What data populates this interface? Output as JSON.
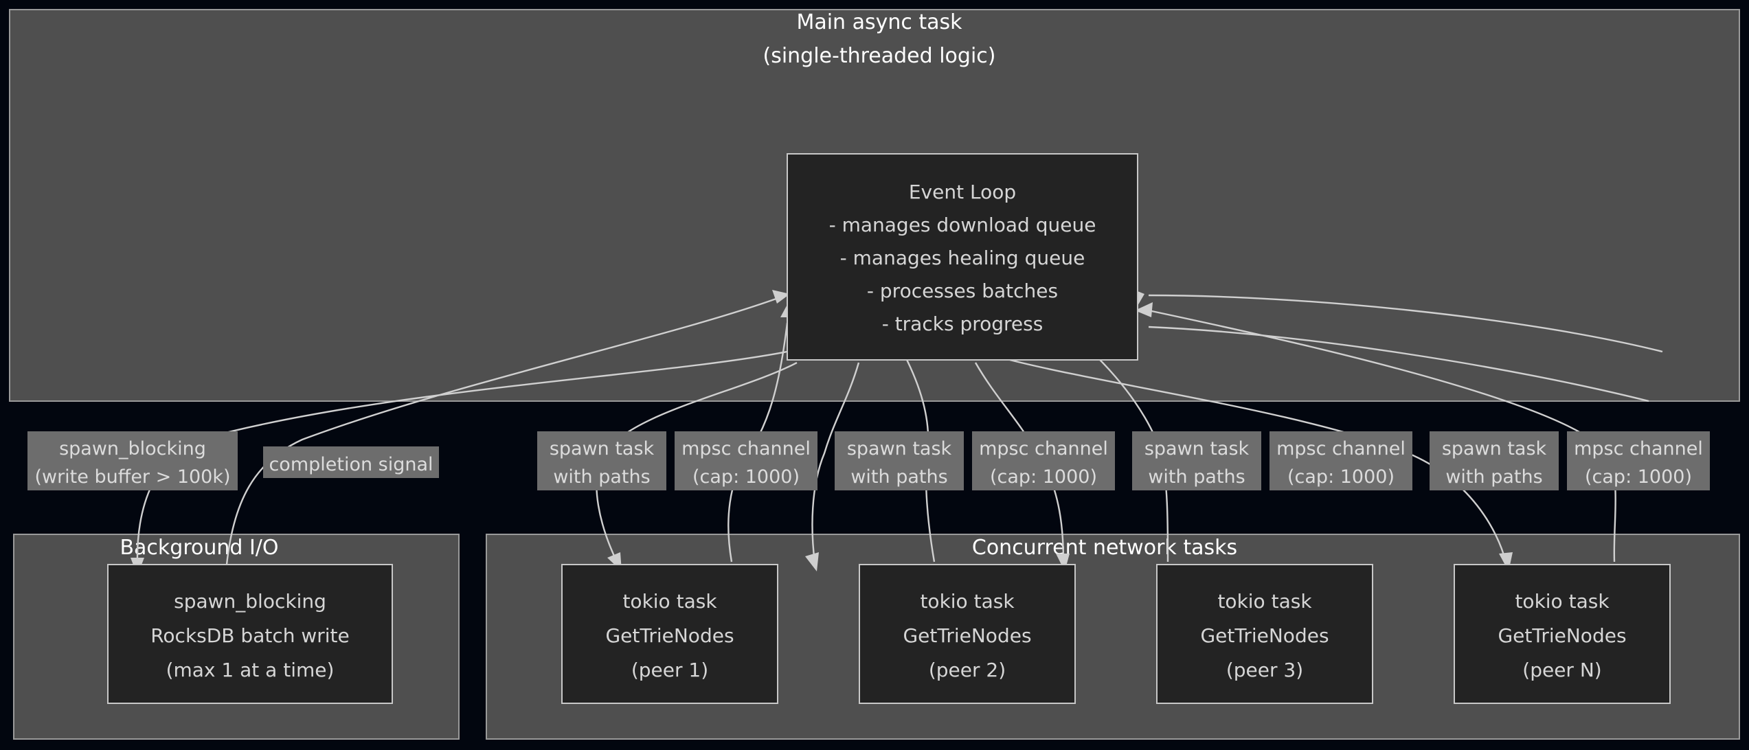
{
  "diagram": {
    "background_color": "#02060f",
    "cluster_fill": "#4f4f4f",
    "cluster_stroke": "#9a9a9a",
    "node_fill": "#232323",
    "node_stroke": "#c8c8c8",
    "edge_color": "#d0d0d0",
    "edge_label_fill": "#6d6d6d",
    "text_color": "#d6d6d6",
    "title_color": "#ffffff"
  },
  "clusters": {
    "main": {
      "title_line1": "Main async task",
      "title_line2": "(single-threaded logic)"
    },
    "background_io": {
      "title": "Background I/O"
    },
    "network": {
      "title": "Concurrent network tasks"
    }
  },
  "nodes": {
    "event_loop": {
      "lines": [
        "Event Loop",
        "- manages download queue",
        "- manages healing queue",
        "- processes batches",
        "- tracks progress"
      ]
    },
    "rocksdb": {
      "lines": [
        "spawn_blocking",
        "RocksDB batch write",
        "(max 1 at a time)"
      ]
    },
    "peer1": {
      "lines": [
        "tokio task",
        "GetTrieNodes",
        "(peer 1)"
      ]
    },
    "peer2": {
      "lines": [
        "tokio task",
        "GetTrieNodes",
        "(peer 2)"
      ]
    },
    "peer3": {
      "lines": [
        "tokio task",
        "GetTrieNodes",
        "(peer 3)"
      ]
    },
    "peerN": {
      "lines": [
        "tokio task",
        "GetTrieNodes",
        "(peer N)"
      ]
    }
  },
  "edge_labels": {
    "spawn_blocking": {
      "line1": "spawn_blocking",
      "line2": "(write buffer > 100k)"
    },
    "completion_signal": {
      "line1": "completion signal",
      "line2": ""
    },
    "spawn_task_1": {
      "line1": "spawn task",
      "line2": "with paths"
    },
    "mpsc_1": {
      "line1": "mpsc channel",
      "line2": "(cap: 1000)"
    },
    "spawn_task_2": {
      "line1": "spawn task",
      "line2": "with paths"
    },
    "mpsc_2": {
      "line1": "mpsc channel",
      "line2": "(cap: 1000)"
    },
    "spawn_task_3": {
      "line1": "spawn task",
      "line2": "with paths"
    },
    "mpsc_3": {
      "line1": "mpsc channel",
      "line2": "(cap: 1000)"
    },
    "spawn_task_n": {
      "line1": "spawn task",
      "line2": "with paths"
    },
    "mpsc_n": {
      "line1": "mpsc channel",
      "line2": "(cap: 1000)"
    }
  }
}
